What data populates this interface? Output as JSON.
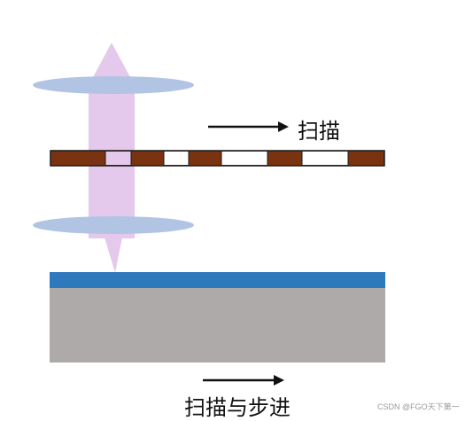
{
  "labels": {
    "scan": "扫描",
    "scan_and_step": "扫描与步进"
  },
  "watermark": "CSDN @FGO天下第一",
  "colors": {
    "beam": "#e5c9ec",
    "lens": "#b1c4e4",
    "reticle_dark": "#7a3310",
    "reticle_light": "#ffffff",
    "reticle_border": "#1a1a1a",
    "resist_layer": "#2e78bd",
    "substrate": "#aeaaaa",
    "arrow": "#111111"
  }
}
